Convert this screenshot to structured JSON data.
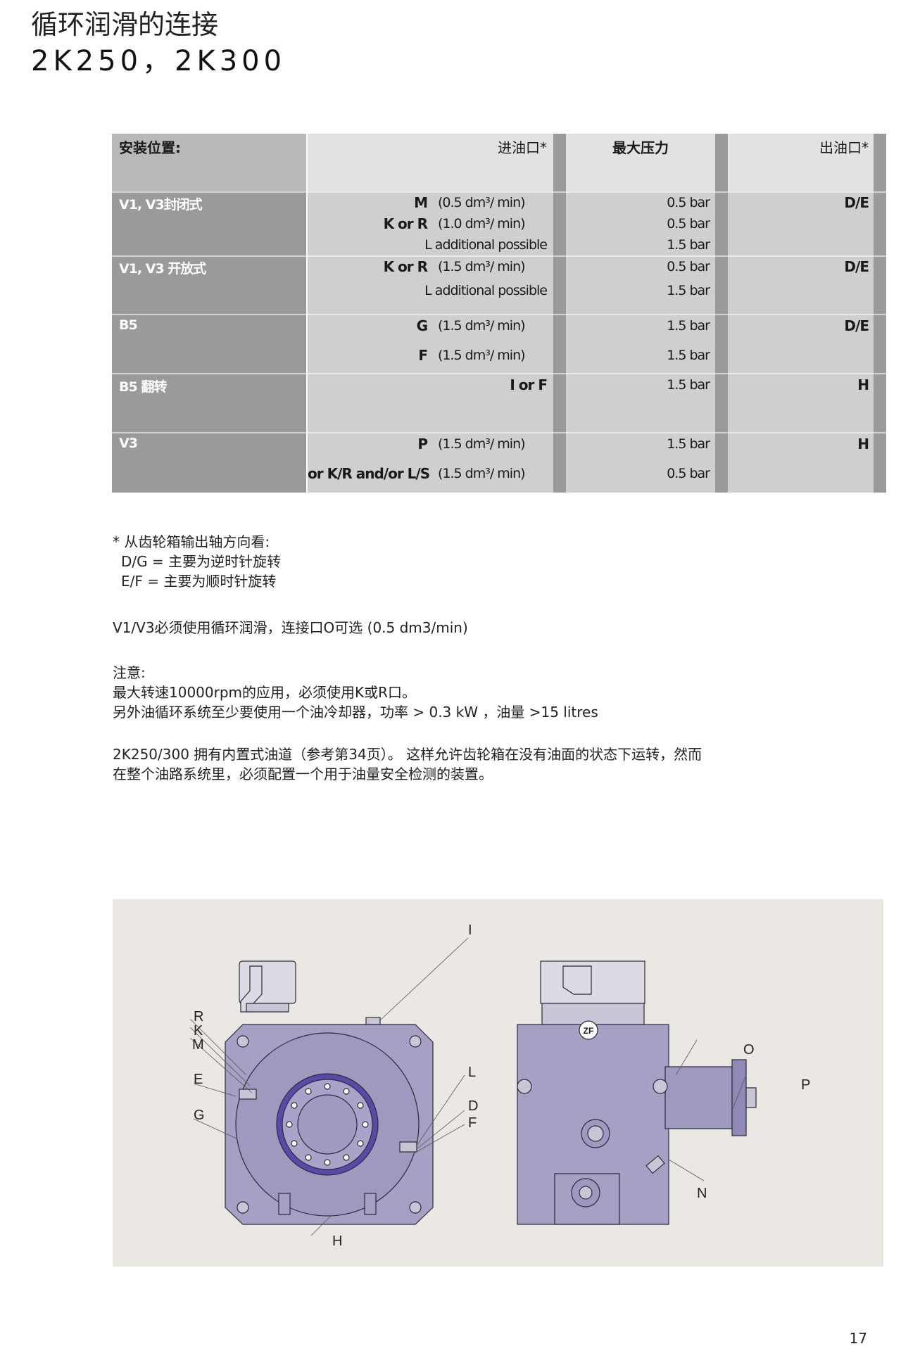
{
  "header": {
    "title_cn": "循环润滑的连接",
    "title_model": "2K250，2K300"
  },
  "table": {
    "col1": "安装位置:",
    "col2": "进油口*",
    "col3": "最大压力",
    "col4": "出油口*",
    "rows": [
      {
        "label": "V1, V3封闭式",
        "code": "M",
        "flow": "(0.5 dm³/ min)",
        "pressure": "0.5 bar",
        "outlet": "D/E"
      },
      {
        "label": "",
        "code": "K or R",
        "flow": "(1.0 dm³/ min)",
        "pressure": "0.5 bar",
        "outlet": ""
      },
      {
        "label": "",
        "code": "",
        "flow": "L additional possible",
        "pressure": "1.5 bar",
        "outlet": ""
      },
      {
        "label": "V1, V3 开放式",
        "code": "K or R",
        "flow": "(1.5 dm³/ min)",
        "pressure": "0.5 bar",
        "outlet": "D/E"
      },
      {
        "label": "",
        "code": "",
        "flow": "L additional possible",
        "pressure": "1.5 bar",
        "outlet": ""
      },
      {
        "label": "B5",
        "code": "G",
        "flow": "(1.5 dm³/ min)",
        "pressure": "1.5 bar",
        "outlet": "D/E"
      },
      {
        "label": "",
        "code": "F",
        "flow": "(1.5 dm³/ min)",
        "pressure": "1.5 bar",
        "outlet": ""
      },
      {
        "label": "B5 翻转",
        "code": "I or F",
        "flow": "",
        "pressure": "1.5 bar",
        "outlet": "H"
      },
      {
        "label": "V3",
        "code": "P",
        "flow": "(1.5 dm³/ min)",
        "pressure": "1.5 bar",
        "outlet": "H"
      },
      {
        "label": "",
        "code": "or K/R and/or L/S",
        "flow": "(1.5 dm³/ min)",
        "pressure": "0.5 bar",
        "outlet": ""
      }
    ]
  },
  "notes": {
    "footnote1": "* 从齿轮箱输出轴方向看:",
    "footnote2": "D/G = 主要为逆时针旋转",
    "footnote3": "E/F = 主要为顺时针旋转",
    "v1v3": "V1/V3必须使用循环润滑，连接口O可选  (0.5 dm3/min)",
    "attention": "注意:",
    "att1": "最大转速10000rpm的应用，必须使用K或R口。",
    "att2": "另外油循环系统至少要使用一个油冷却器，功率  > 0.3 kW  ，油量  >15 litres",
    "para1": "2K250/300 拥有内置式油道（参考第34页）。 这样允许齿轮箱在没有油面的状态下运转，然而",
    "para2": "在整个油路系统里，必须配置一个用于油量安全检测的装置。"
  },
  "figure": {
    "labels": {
      "I": "I",
      "R": "R",
      "K": "K",
      "M": "M",
      "E": "E",
      "G": "G",
      "L": "L",
      "D": "D",
      "F": "F",
      "H": "H",
      "O": "O",
      "P": "P",
      "N": "N",
      "logo": "ZF"
    }
  },
  "page_number": "17"
}
